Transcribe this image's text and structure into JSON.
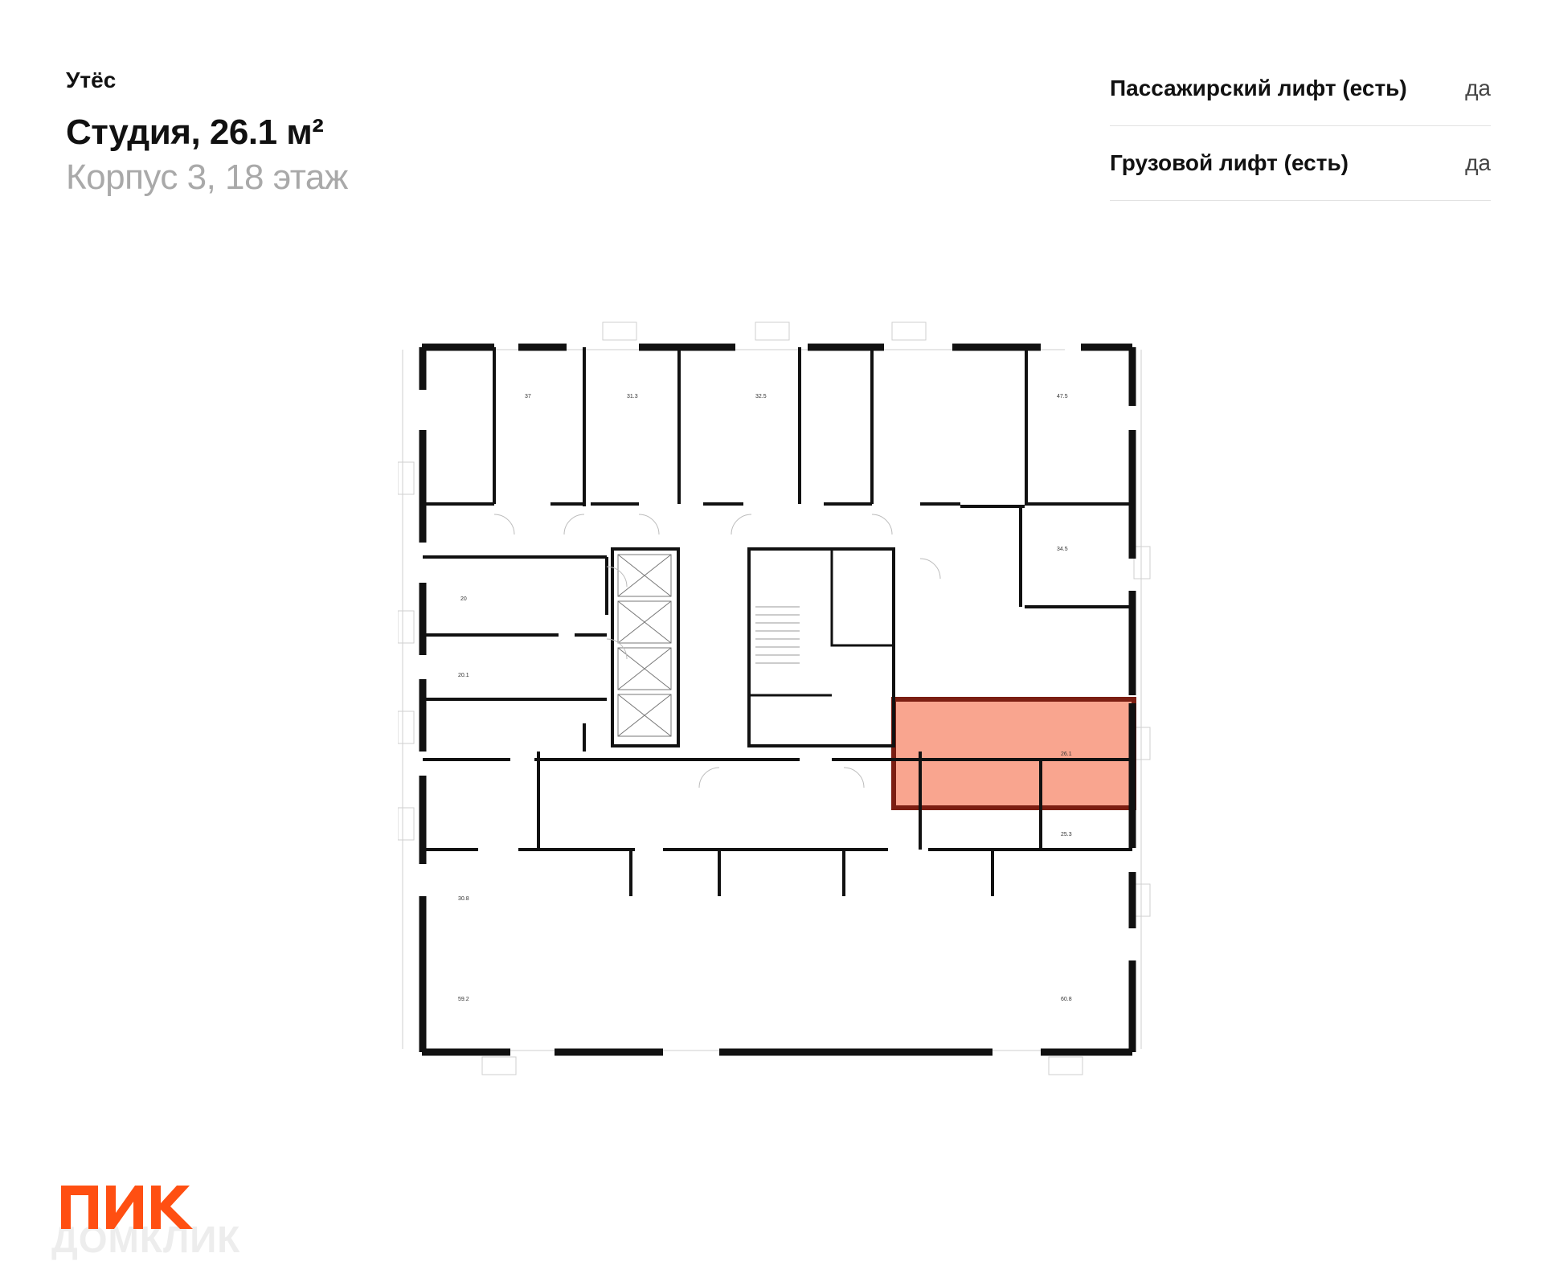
{
  "header": {
    "complex_name": "Утёс",
    "title": "Студия, 26.1 м²",
    "subtitle": "Корпус 3, 18 этаж"
  },
  "info": [
    {
      "label": "Пассажирский лифт (есть)",
      "value": "да"
    },
    {
      "label": "Грузовой лифт (есть)",
      "value": "да"
    }
  ],
  "plan": {
    "highlight_color": "#f9a58f",
    "highlight_outline": "#7b1e12",
    "highlighted_unit": "26.1",
    "unit_areas": [
      "37",
      "31.3",
      "32.5",
      "47.5",
      "34.5",
      "20",
      "20.1",
      "26.1",
      "25.3",
      "30.8",
      "59.2",
      "60.8"
    ]
  },
  "brand": {
    "logo": "ПИК",
    "logo_color": "#ff4f12",
    "watermark": "ДОМКЛИК"
  }
}
